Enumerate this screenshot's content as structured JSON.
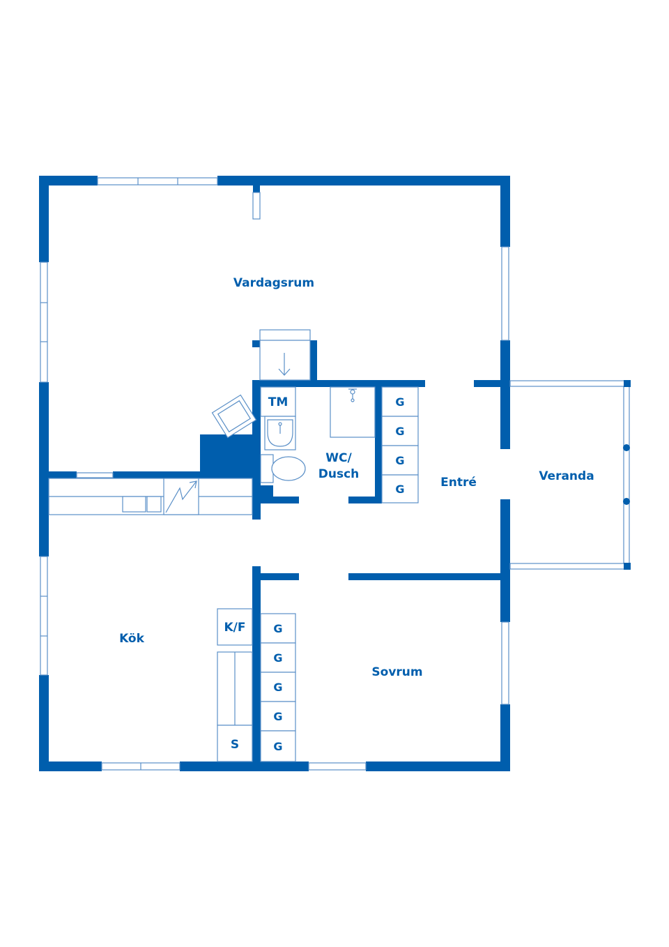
{
  "colors": {
    "wall": "#005ead",
    "line": "#5a8fc7",
    "background": "#ffffff"
  },
  "rooms": {
    "vardagsrum": "Vardagsrum",
    "entre": "Entré",
    "veranda": "Veranda",
    "wc_line1": "WC/",
    "wc_line2": "Dusch",
    "kok": "Kök",
    "sovrum": "Sovrum"
  },
  "fixtures": {
    "tm": "TM",
    "kf": "K/F",
    "s": "S",
    "g": "G"
  },
  "icons": {
    "sink": "sink-icon",
    "toilet": "toilet-icon",
    "shower": "shower-icon",
    "stove": "stove-icon",
    "armchair": "armchair-icon",
    "stair_arrow": "arrow-down-icon"
  }
}
